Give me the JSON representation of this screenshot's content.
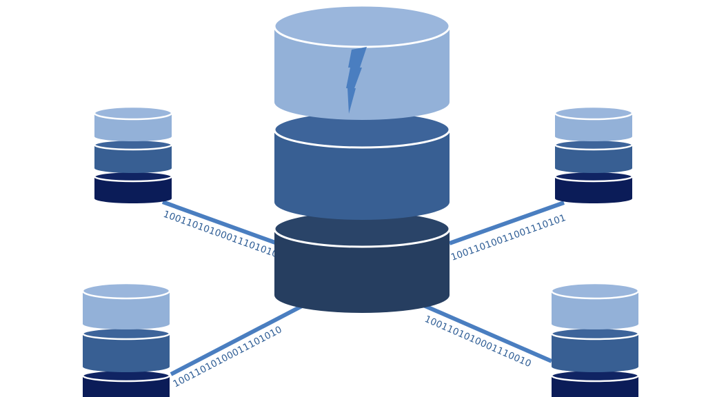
{
  "colors": {
    "background": "#ffffff",
    "tier_light": "#93b1d8",
    "tier_medium": "#385f93",
    "tier_dark": "#263e60",
    "tier_navy": "#0b1c58",
    "link_blue": "#4a7ec0",
    "crack_blue": "#4a7ec0",
    "binary_text": "#2e5d95",
    "tier_outline": "#ffffff"
  },
  "icons": [
    "database-cylinder-icon",
    "crack-icon",
    "connector-line"
  ],
  "links": {
    "top_left": {
      "binary": "10011010100011101010"
    },
    "top_right": {
      "binary": "10011010011001110101"
    },
    "bottom_left": {
      "binary": "10011010100011101010"
    },
    "bottom_right": {
      "binary": "1001101010001110010"
    }
  }
}
